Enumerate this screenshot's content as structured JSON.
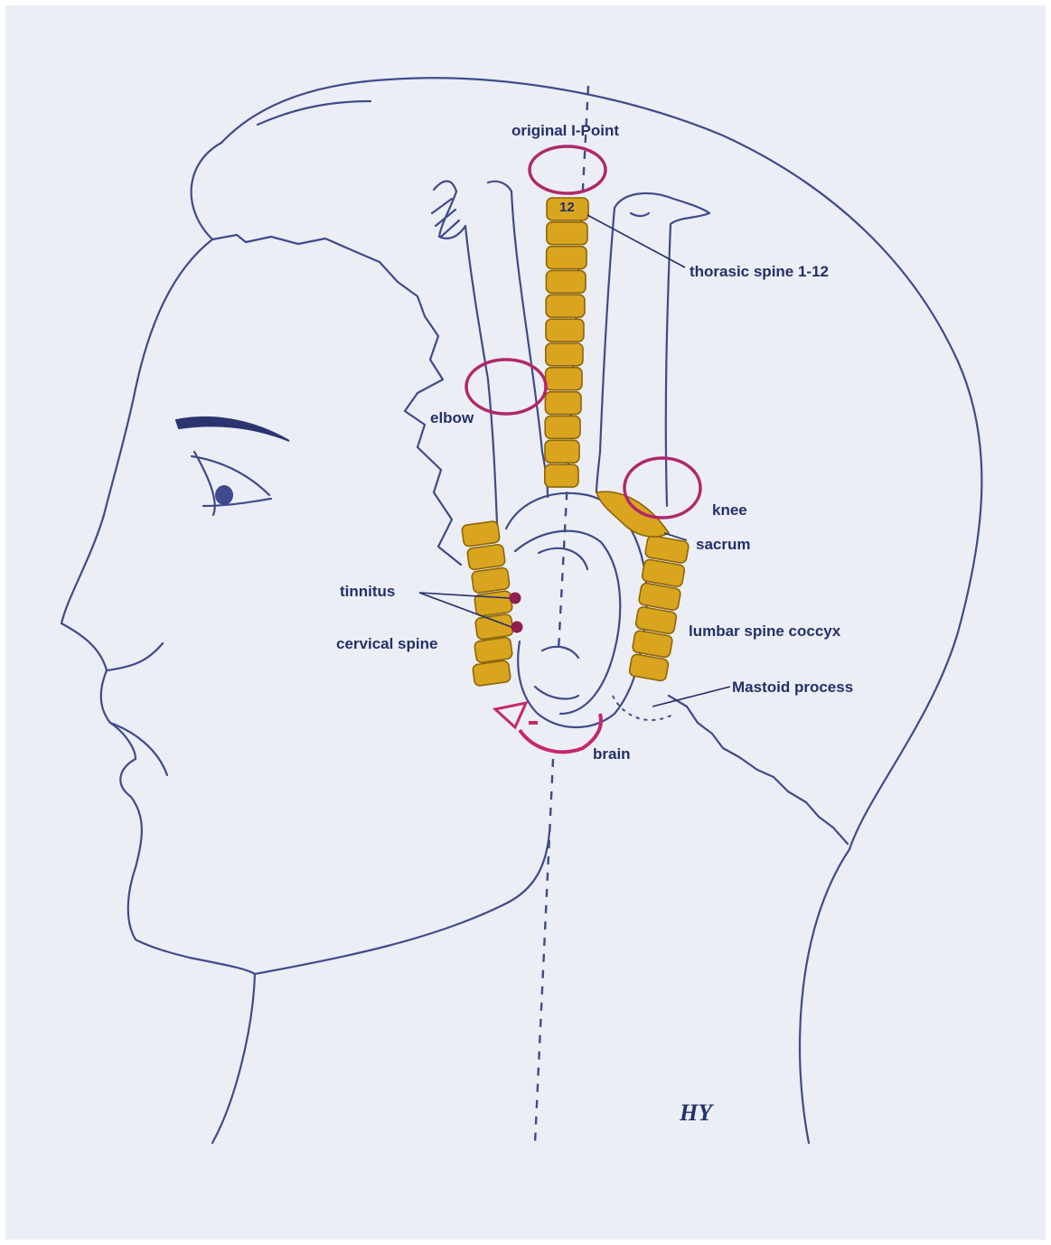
{
  "labels": {
    "original_point": "original I-Point",
    "vertebra_number": "12",
    "thoracic_spine": "thorasic spine 1-12",
    "elbow": "elbow",
    "knee": "knee",
    "sacrum": "sacrum",
    "tinnitus": "tinnitus",
    "cervical_spine": "cervical spine",
    "lumbar_spine": "lumbar spine coccyx",
    "mastoid": "Mastoid process",
    "brain": "brain",
    "signature": "HY"
  },
  "colors": {
    "background": "#eceef5",
    "line": "#3f4b8c",
    "text": "#23306a",
    "ring": "#b0286a",
    "spine": "#d9a51e"
  }
}
